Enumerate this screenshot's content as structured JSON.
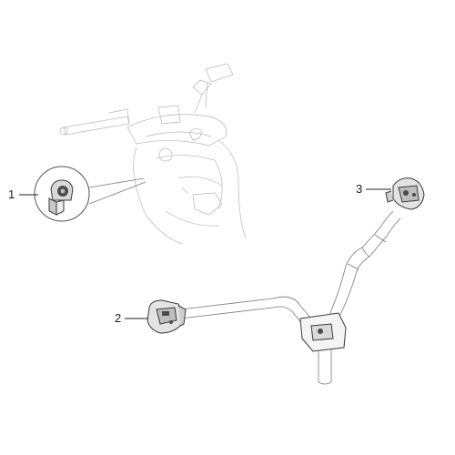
{
  "callouts": [
    {
      "number": "1",
      "part": "switch-lock"
    },
    {
      "number": "2",
      "part": "left-handlebar-switch"
    },
    {
      "number": "3",
      "part": "right-handlebar-switch"
    }
  ],
  "colors": {
    "line": "#7a7a7a",
    "line_light": "#b5b5b5",
    "part_fill": "#d9d9d9",
    "part_dark": "#4a4a4a",
    "label": "#1a1a1a"
  }
}
